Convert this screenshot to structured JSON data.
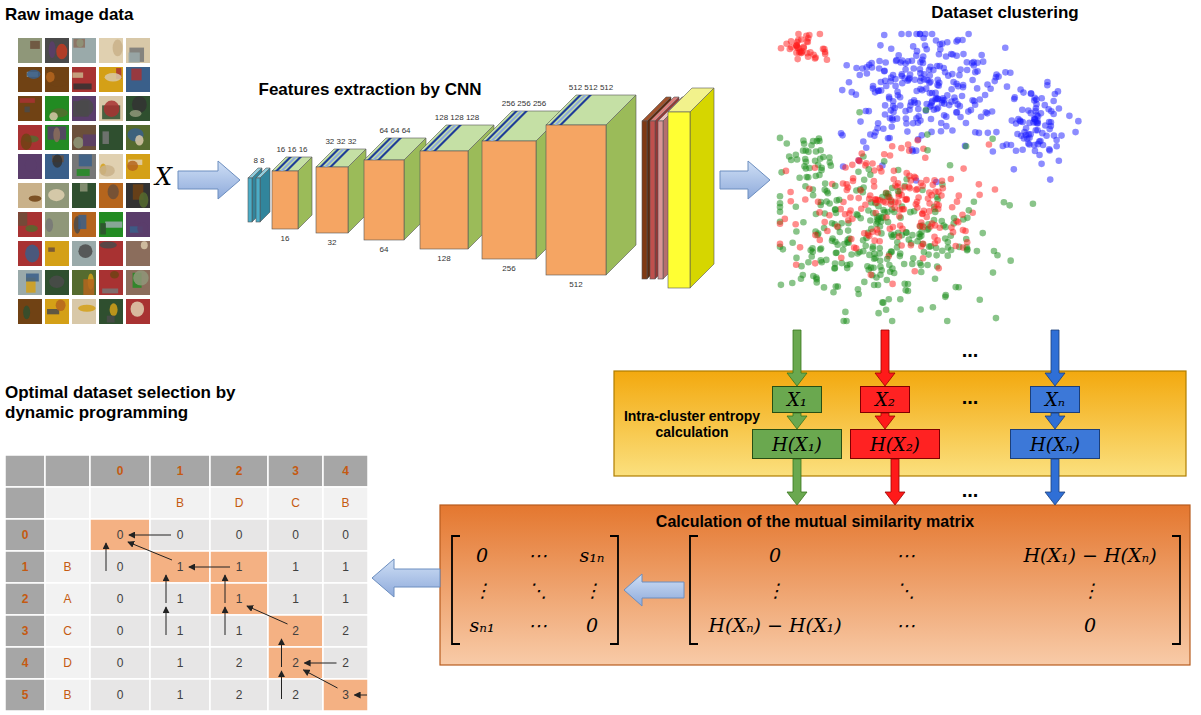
{
  "diagram": {
    "nodes": [
      {
        "text": [
          "Raw image data",
          "X"
        ]
      },
      {
        "text": [
          "Features extraction by CNN"
        ]
      },
      {
        "text": [
          "Dataset clustering"
        ]
      },
      {
        "text": [
          "Intra-cluster entropy calculation"
        ]
      },
      {
        "text": [
          "X₁"
        ],
        "in": 3
      },
      {
        "text": [
          "X₂"
        ],
        "in": 3
      },
      {
        "text": [
          "Xₙ"
        ],
        "in": 3
      },
      {
        "text": [
          "H(X₁)"
        ],
        "in": 3
      },
      {
        "text": [
          "H(X₂)"
        ],
        "in": 3
      },
      {
        "text": [
          "H(Xₙ)"
        ],
        "in": 3
      },
      {
        "text": [
          "Calculation of the mutual similarity matrix"
        ]
      },
      {
        "text": [
          "Optimal dataset selection by dynamic programming"
        ]
      }
    ],
    "edges": [
      {
        "from": 0,
        "to": 1,
        "arrow": "to"
      },
      {
        "from": 1,
        "to": 2,
        "arrow": "to"
      },
      {
        "from": 2,
        "to": 4,
        "arrow": "to"
      },
      {
        "from": 2,
        "to": 5,
        "arrow": "to"
      },
      {
        "from": 2,
        "to": 6,
        "arrow": "to"
      },
      {
        "from": 4,
        "to": 7,
        "arrow": "to"
      },
      {
        "from": 5,
        "to": 8,
        "arrow": "to"
      },
      {
        "from": 6,
        "to": 9,
        "arrow": "to"
      },
      {
        "from": 7,
        "to": 10,
        "arrow": "to"
      },
      {
        "from": 8,
        "to": 10,
        "arrow": "to"
      },
      {
        "from": 9,
        "to": 10,
        "arrow": "to"
      },
      {
        "from": 10,
        "to": 11,
        "arrow": "to"
      }
    ],
    "labels": [
      "8 8",
      "16 16 16",
      "32 32 32",
      "64 64 64",
      "128 128 128",
      "256 256 256",
      "512 512 512",
      "16",
      "32",
      "64",
      "128",
      "256",
      "512",
      "...",
      "...",
      "...",
      "0",
      "⋯",
      "s₁ₙ",
      "⋮",
      "⋱",
      "⋮",
      "sₙ₁",
      "⋯",
      "0",
      "0",
      "⋯",
      "H(X₁) − H(Xₙ)",
      "⋮",
      "⋱",
      "⋮",
      "H(Xₙ) − H(X₁)",
      "⋯",
      "0",
      "0",
      "1",
      "2",
      "3",
      "4",
      "B",
      "D",
      "C",
      "B",
      "0",
      "0",
      "0",
      "0",
      "0",
      "0",
      "1",
      "B",
      "0",
      "1",
      "1",
      "1",
      "1",
      "2",
      "A",
      "0",
      "1",
      "1",
      "1",
      "1",
      "3",
      "C",
      "0",
      "1",
      "1",
      "2",
      "2",
      "4",
      "D",
      "0",
      "1",
      "2",
      "2",
      "2",
      "5",
      "B",
      "0",
      "1",
      "2",
      "2",
      "3"
    ]
  }
}
